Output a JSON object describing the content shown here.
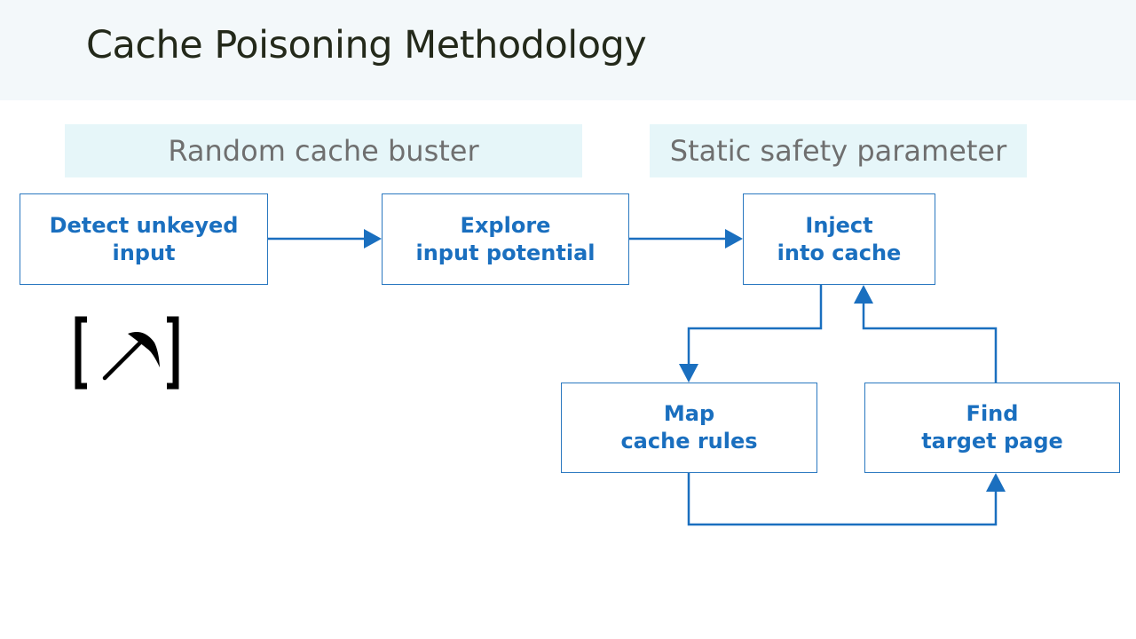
{
  "slide": {
    "title": "Cache Poisoning Methodology"
  },
  "bands": {
    "left": "Random cache buster",
    "right": "Static safety parameter"
  },
  "steps": {
    "detect": {
      "line1": "Detect unkeyed",
      "line2": "input"
    },
    "explore": {
      "line1": "Explore",
      "line2": "input potential"
    },
    "inject": {
      "line1": "Inject",
      "line2": "into cache"
    },
    "map": {
      "line1": "Map",
      "line2": "cache rules"
    },
    "find": {
      "line1": "Find",
      "line2": "target page"
    }
  },
  "icons": {
    "logo": "pickaxe-in-brackets-icon"
  },
  "colors": {
    "accent": "#1a6fbf",
    "box_border": "#2a78c0",
    "title": "#23291a",
    "band_bg": "#e6f6f9",
    "band_text": "#6f6f6f",
    "header_bg": "#f3f8fa"
  }
}
